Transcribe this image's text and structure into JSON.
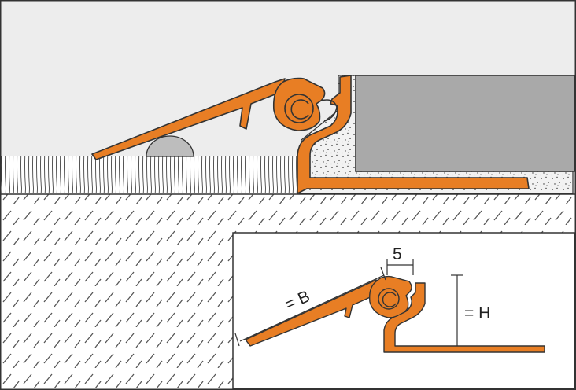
{
  "colors": {
    "profile_orange": "#E87E24",
    "outline": "#333333",
    "wall": "#EDEDED",
    "tile": "#A9A9A9",
    "screed": "#F2F2F2",
    "background": "#FFFFFF"
  },
  "inset": {
    "label_b": "= B",
    "label_5": "5",
    "label_h": "= H"
  }
}
